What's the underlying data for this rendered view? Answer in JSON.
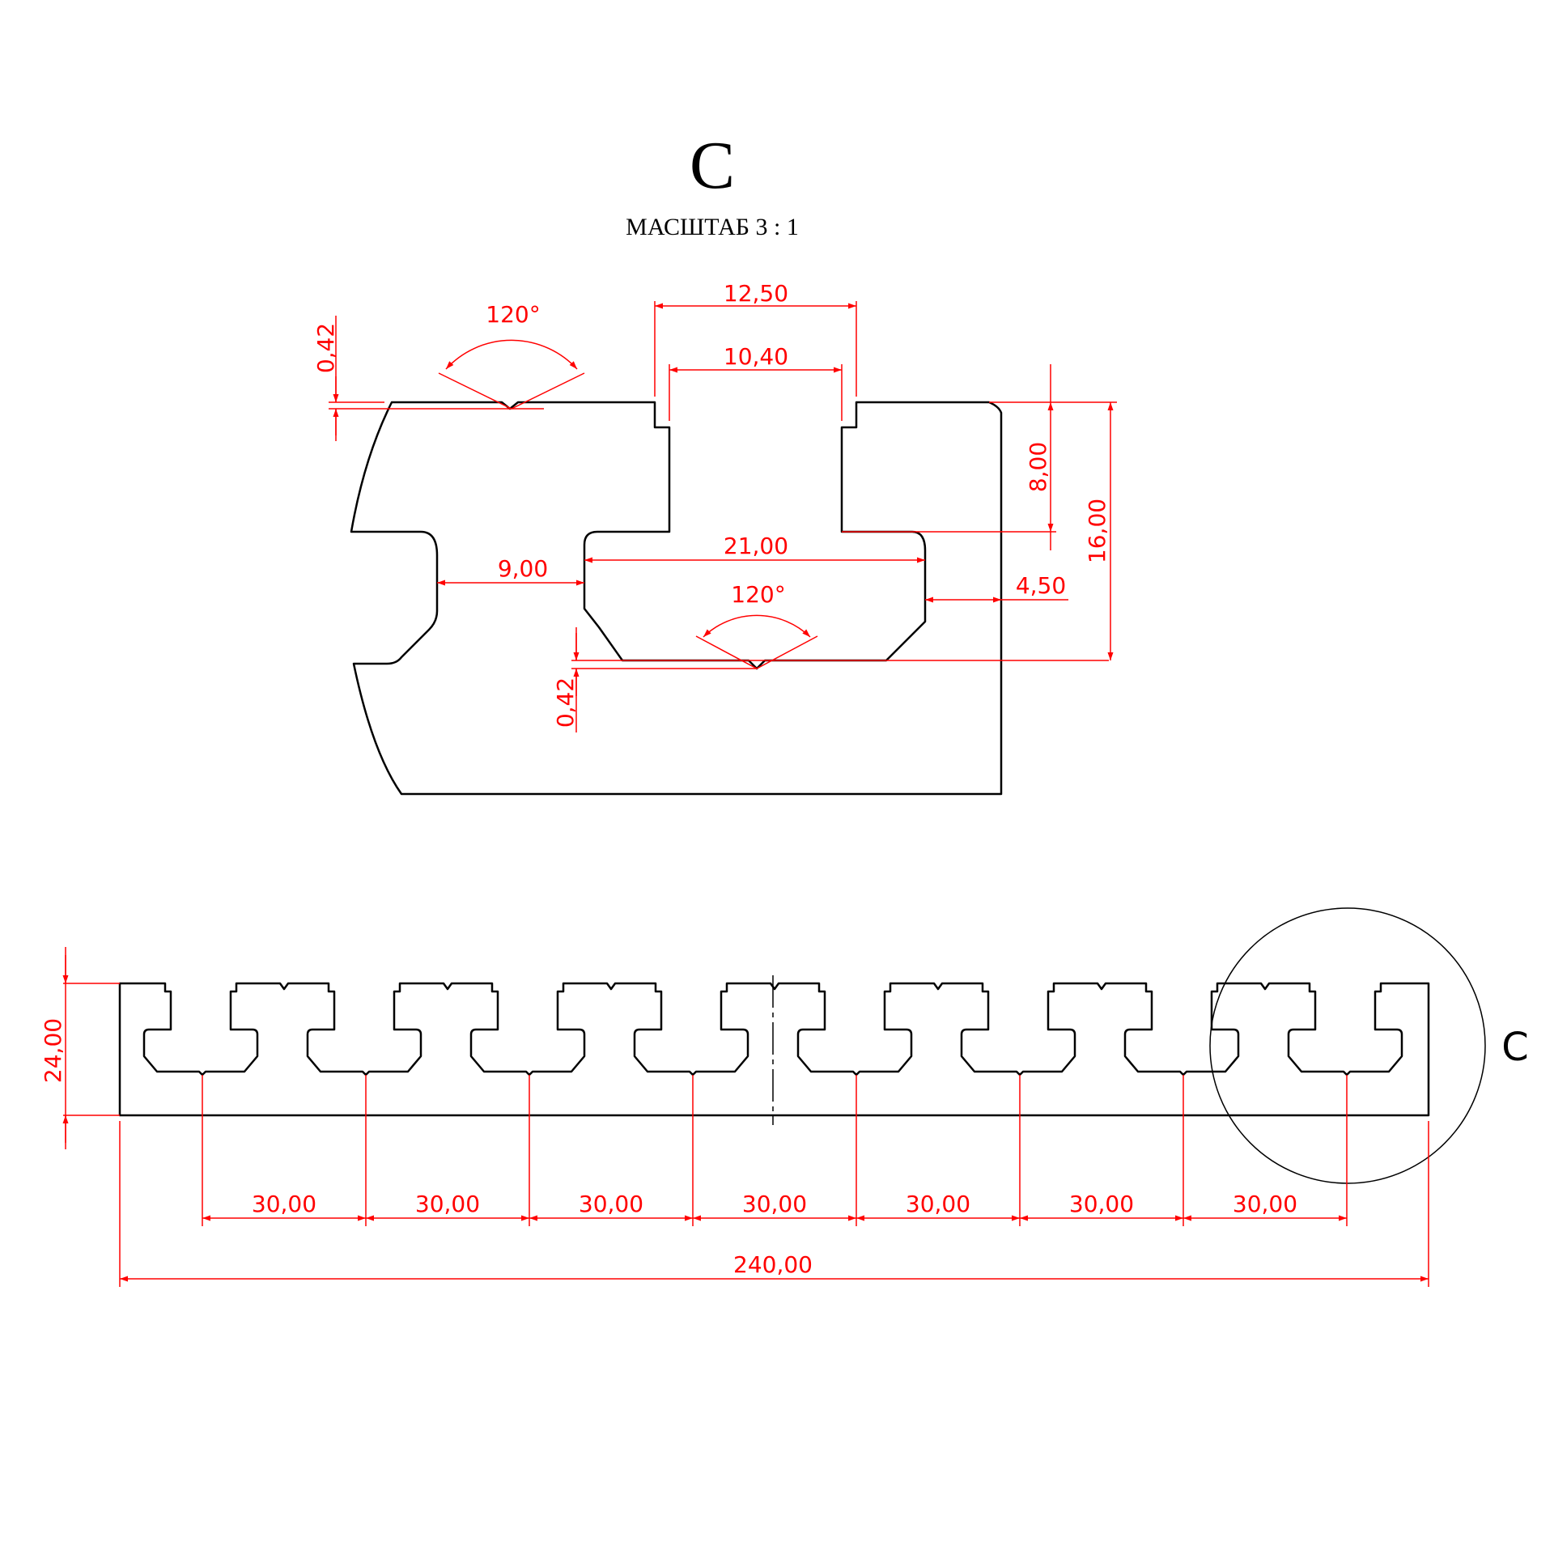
{
  "detail": {
    "title": "C",
    "scale_label": "МАСШТАБ 3 : 1"
  },
  "detail_dimensions": {
    "angle_top": "120°",
    "angle_bottom": "120°",
    "depth_top": "0,42",
    "depth_bottom": "0,42",
    "slot_opening_outer": "12,50",
    "slot_opening_inner": "10,40",
    "slot_inner_width": "21,00",
    "land_width": "9,00",
    "side_wall": "4,50",
    "neck_height": "8,00",
    "slot_depth": "16,00"
  },
  "profile": {
    "overall_height": "24,00",
    "overall_length": "240,00",
    "pitch_labels": [
      "30,00",
      "30,00",
      "30,00",
      "30,00",
      "30,00",
      "30,00",
      "30,00"
    ],
    "callout": "C"
  }
}
